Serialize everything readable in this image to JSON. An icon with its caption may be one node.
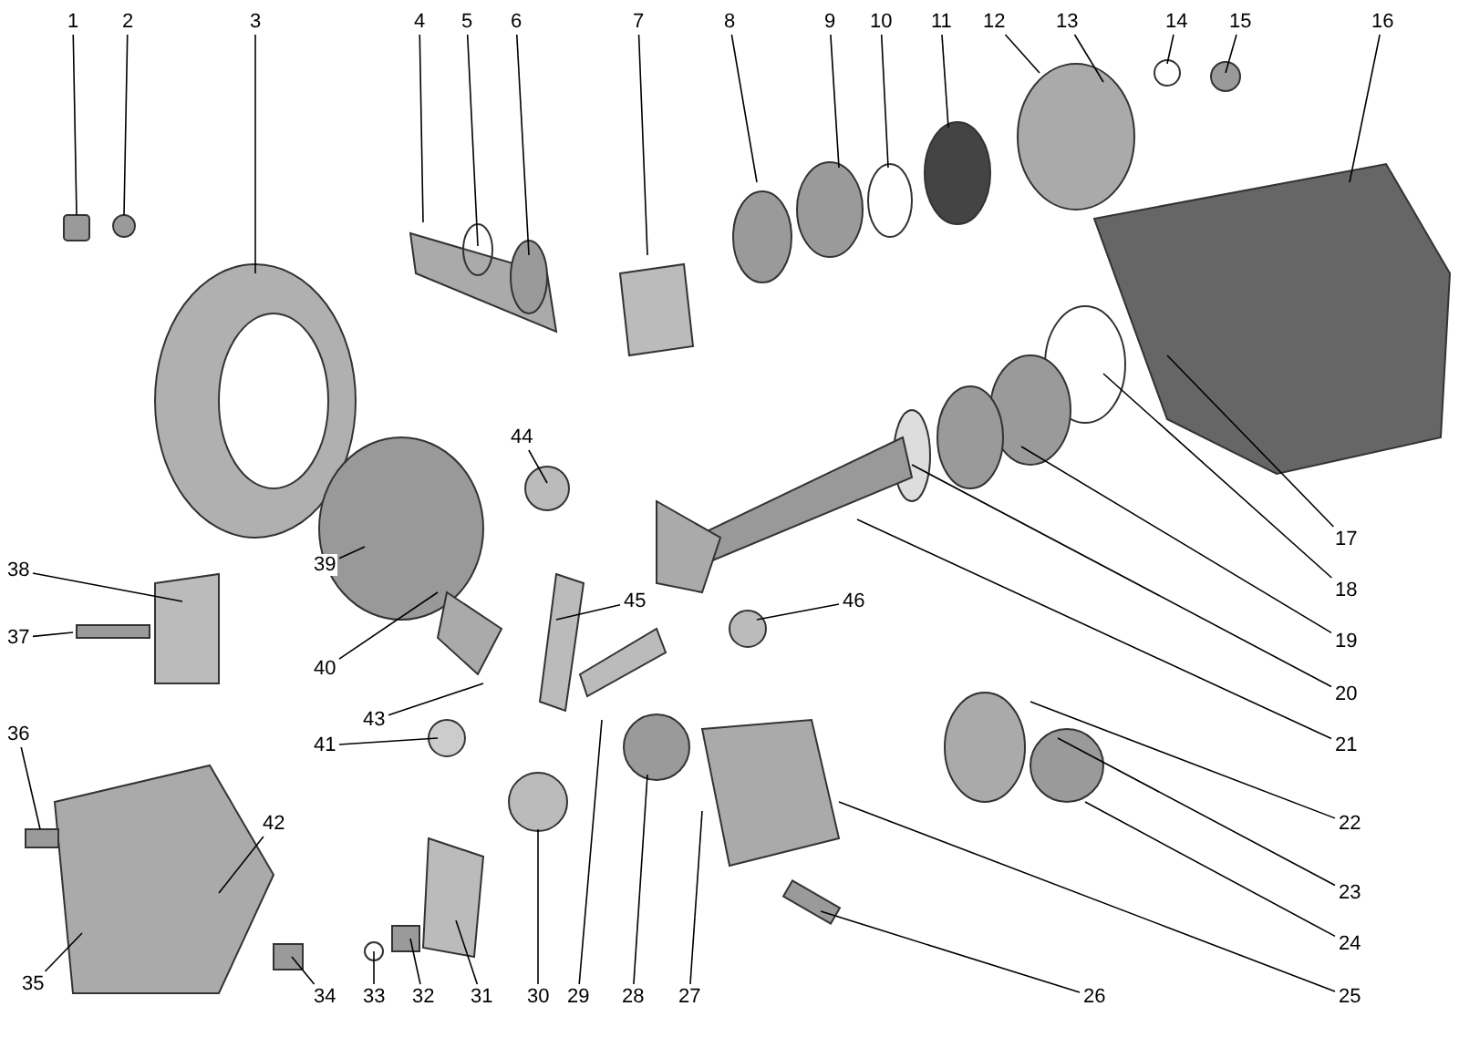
{
  "diagram": {
    "nodes": [
      {
        "text": [
          "1"
        ]
      },
      {
        "text": [
          "2"
        ]
      },
      {
        "text": [
          "3"
        ]
      },
      {
        "text": [
          "4"
        ]
      },
      {
        "text": [
          "5"
        ]
      },
      {
        "text": [
          "6"
        ]
      },
      {
        "text": [
          "7"
        ]
      },
      {
        "text": [
          "8"
        ]
      },
      {
        "text": [
          "9"
        ]
      },
      {
        "text": [
          "10"
        ]
      },
      {
        "text": [
          "11"
        ]
      },
      {
        "text": [
          "12"
        ]
      },
      {
        "text": [
          "13"
        ]
      },
      {
        "text": [
          "14"
        ]
      },
      {
        "text": [
          "15"
        ]
      },
      {
        "text": [
          "16"
        ]
      },
      {
        "text": [
          "17"
        ]
      },
      {
        "text": [
          "18"
        ]
      },
      {
        "text": [
          "19"
        ]
      },
      {
        "text": [
          "20"
        ]
      },
      {
        "text": [
          "21"
        ]
      },
      {
        "text": [
          "22"
        ]
      },
      {
        "text": [
          "23"
        ]
      },
      {
        "text": [
          "24"
        ]
      },
      {
        "text": [
          "25"
        ]
      },
      {
        "text": [
          "26"
        ]
      },
      {
        "text": [
          "27"
        ]
      },
      {
        "text": [
          "28"
        ]
      },
      {
        "text": [
          "29"
        ]
      },
      {
        "text": [
          "30"
        ]
      },
      {
        "text": [
          "31"
        ]
      },
      {
        "text": [
          "32"
        ]
      },
      {
        "text": [
          "33"
        ]
      },
      {
        "text": [
          "34"
        ]
      },
      {
        "text": [
          "35"
        ]
      },
      {
        "text": [
          "36"
        ]
      },
      {
        "text": [
          "37"
        ]
      },
      {
        "text": [
          "38"
        ]
      },
      {
        "text": [
          "39"
        ]
      },
      {
        "text": [
          "40"
        ]
      },
      {
        "text": [
          "41"
        ]
      },
      {
        "text": [
          "42"
        ]
      },
      {
        "text": [
          "43"
        ]
      },
      {
        "text": [
          "44"
        ]
      },
      {
        "text": [
          "45"
        ]
      },
      {
        "text": [
          "46"
        ]
      }
    ],
    "edges": [
      {
        "from": 0,
        "to": null,
        "arrow": "none"
      },
      {
        "from": 1,
        "to": null,
        "arrow": "none"
      },
      {
        "from": 2,
        "to": null,
        "arrow": "none"
      },
      {
        "from": 3,
        "to": null,
        "arrow": "none"
      },
      {
        "from": 4,
        "to": null,
        "arrow": "none"
      },
      {
        "from": 5,
        "to": null,
        "arrow": "none"
      },
      {
        "from": 6,
        "to": null,
        "arrow": "none"
      },
      {
        "from": 7,
        "to": null,
        "arrow": "none"
      },
      {
        "from": 8,
        "to": null,
        "arrow": "none"
      },
      {
        "from": 9,
        "to": null,
        "arrow": "none"
      },
      {
        "from": 10,
        "to": null,
        "arrow": "none"
      },
      {
        "from": 11,
        "to": null,
        "arrow": "none"
      },
      {
        "from": 12,
        "to": null,
        "arrow": "none"
      },
      {
        "from": 13,
        "to": null,
        "arrow": "none"
      },
      {
        "from": 14,
        "to": null,
        "arrow": "none"
      },
      {
        "from": 15,
        "to": null,
        "arrow": "none"
      },
      {
        "from": 16,
        "to": null,
        "arrow": "none"
      },
      {
        "from": 17,
        "to": null,
        "arrow": "none"
      },
      {
        "from": 18,
        "to": null,
        "arrow": "none"
      },
      {
        "from": 19,
        "to": null,
        "arrow": "none"
      },
      {
        "from": 20,
        "to": null,
        "arrow": "none"
      },
      {
        "from": 21,
        "to": null,
        "arrow": "none"
      },
      {
        "from": 22,
        "to": null,
        "arrow": "none"
      },
      {
        "from": 23,
        "to": null,
        "arrow": "none"
      },
      {
        "from": 24,
        "to": null,
        "arrow": "none"
      },
      {
        "from": 25,
        "to": null,
        "arrow": "none"
      },
      {
        "from": 26,
        "to": null,
        "arrow": "none"
      },
      {
        "from": 27,
        "to": null,
        "arrow": "none"
      },
      {
        "from": 28,
        "to": null,
        "arrow": "none"
      },
      {
        "from": 29,
        "to": null,
        "arrow": "none"
      },
      {
        "from": 30,
        "to": null,
        "arrow": "none"
      },
      {
        "from": 31,
        "to": null,
        "arrow": "none"
      },
      {
        "from": 32,
        "to": null,
        "arrow": "none"
      },
      {
        "from": 33,
        "to": null,
        "arrow": "none"
      },
      {
        "from": 34,
        "to": null,
        "arrow": "none"
      },
      {
        "from": 35,
        "to": null,
        "arrow": "none"
      },
      {
        "from": 36,
        "to": null,
        "arrow": "none"
      },
      {
        "from": 37,
        "to": null,
        "arrow": "none"
      },
      {
        "from": 38,
        "to": null,
        "arrow": "none"
      },
      {
        "from": 39,
        "to": null,
        "arrow": "none"
      },
      {
        "from": 40,
        "to": null,
        "arrow": "none"
      },
      {
        "from": 41,
        "to": null,
        "arrow": "none"
      },
      {
        "from": 42,
        "to": null,
        "arrow": "none"
      },
      {
        "from": 43,
        "to": null,
        "arrow": "none"
      },
      {
        "from": 44,
        "to": null,
        "arrow": "none"
      },
      {
        "from": 45,
        "to": null,
        "arrow": "none"
      }
    ]
  }
}
